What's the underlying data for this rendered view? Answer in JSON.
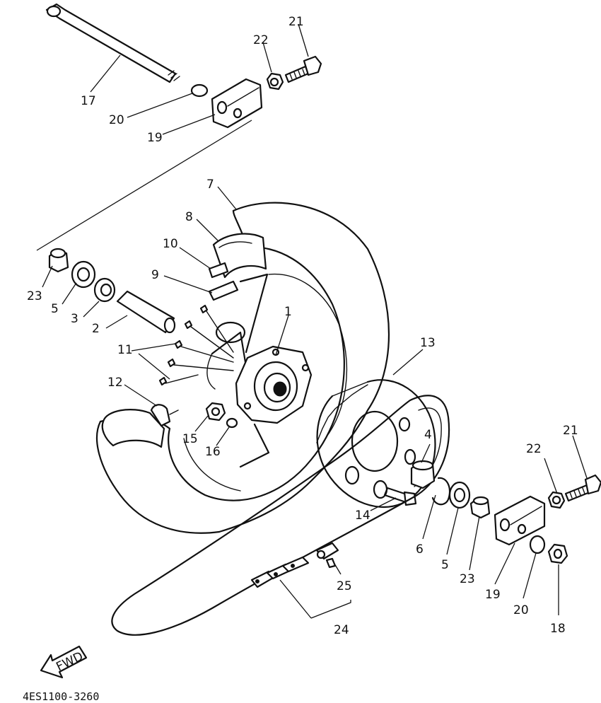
{
  "diagram_code": "4ES1100-3260",
  "fwd_label": "FWD",
  "callouts": {
    "c1": "1",
    "c2": "2",
    "c3": "3",
    "c4": "4",
    "c5a": "5",
    "c5b": "5",
    "c6": "6",
    "c7": "7",
    "c8": "8",
    "c9": "9",
    "c10": "10",
    "c11": "11",
    "c12": "12",
    "c13": "13",
    "c14": "14",
    "c15": "15",
    "c16": "16",
    "c17": "17",
    "c18": "18",
    "c19a": "19",
    "c19b": "19",
    "c20a": "20",
    "c20b": "20",
    "c21a": "21",
    "c21b": "21",
    "c22a": "22",
    "c22b": "22",
    "c23a": "23",
    "c23b": "23",
    "c24": "24",
    "c25": "25"
  }
}
